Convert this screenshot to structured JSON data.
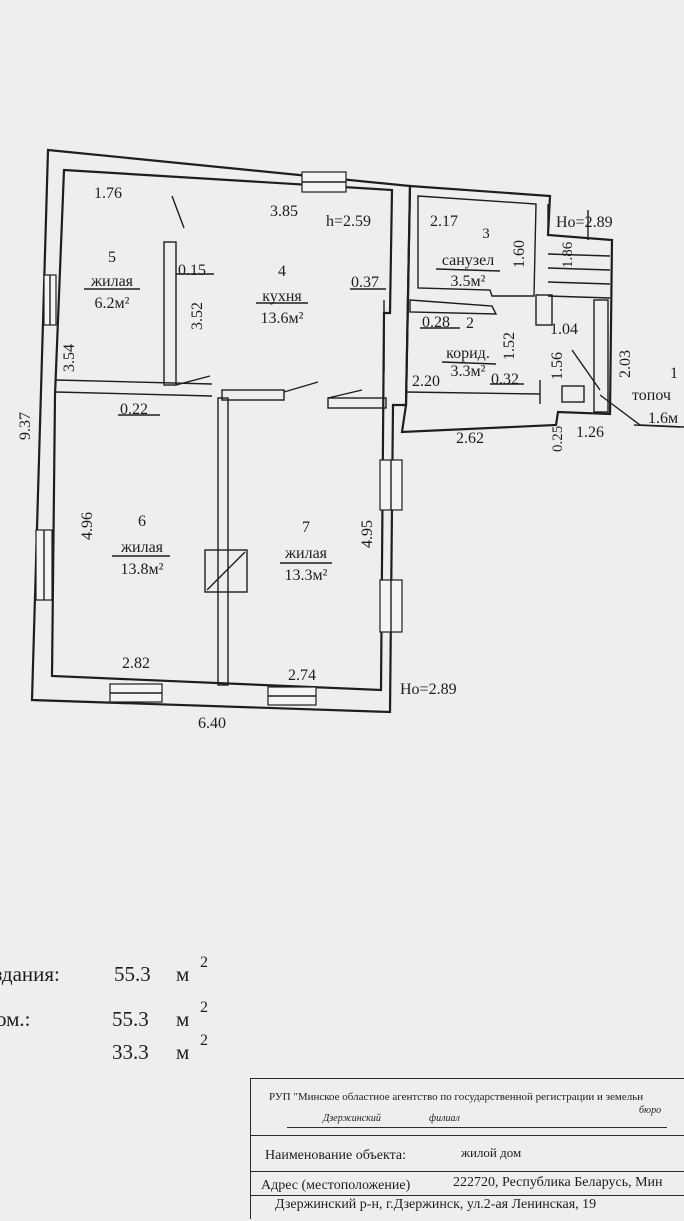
{
  "plan": {
    "dims": {
      "d_176": "1.76",
      "d_385": "3.85",
      "h_259": "h=2.59",
      "d_217": "2.17",
      "d_160": "1.60",
      "d_186": "1.86",
      "ho_top": "Ho=2.89",
      "d_015": "0.15",
      "d_352": "3.52",
      "d_037": "0.37",
      "d_354": "3.54",
      "d_937": "9.37",
      "d_028": "0.28",
      "d_152": "1.52",
      "d_104": "1.04",
      "d_156": "1.56",
      "d_203": "2.03",
      "d_220": "2.20",
      "d_032": "0.32",
      "d_022": "0.22",
      "d_262": "2.62",
      "d_025": "0.25",
      "d_126": "1.26",
      "d_496": "4.96",
      "d_495": "4.95",
      "d_282": "2.82",
      "d_274": "2.74",
      "ho_bottom": "Ho=2.89",
      "d_640": "6.40"
    },
    "rooms": {
      "r1": {
        "num": "1",
        "name": "топоч",
        "area": "1.6м"
      },
      "r2": {
        "num": "2",
        "name": "корид.",
        "area": "3.3м²"
      },
      "r3": {
        "num": "3",
        "name": "санузел",
        "area": "3.5м²"
      },
      "r4": {
        "num": "4",
        "name": "кухня",
        "area": "13.6м²"
      },
      "r5": {
        "num": "5",
        "name": "жилая",
        "area": "6.2м²"
      },
      "r6": {
        "num": "6",
        "name": "жилая",
        "area": "13.8м²"
      },
      "r7": {
        "num": "7",
        "name": "жилая",
        "area": "13.3м²"
      }
    }
  },
  "areas": [
    {
      "label": "здания:",
      "value": "55.3",
      "unit": "м",
      "sup": "2"
    },
    {
      "label": "ом.:",
      "value": "55.3",
      "unit": "м",
      "sup": "2"
    },
    {
      "label": "",
      "value": "33.3",
      "unit": "м",
      "sup": "2"
    }
  ],
  "stamp": {
    "org": "РУП \"Минское областное агентство по государственной регистрации и земельн",
    "branch": "Дзержинский",
    "filial": "филиал",
    "buro": "бюро",
    "object_label": "Наименование объекта:",
    "object_value": "жилой дом",
    "address_label": "Адрес (местоположение)",
    "address_value": "222720, Республика Беларусь, Мин",
    "address_line2": "Дзержинский р-н, г.Дзержинск, ул.2-ая Ленинская, 19"
  }
}
